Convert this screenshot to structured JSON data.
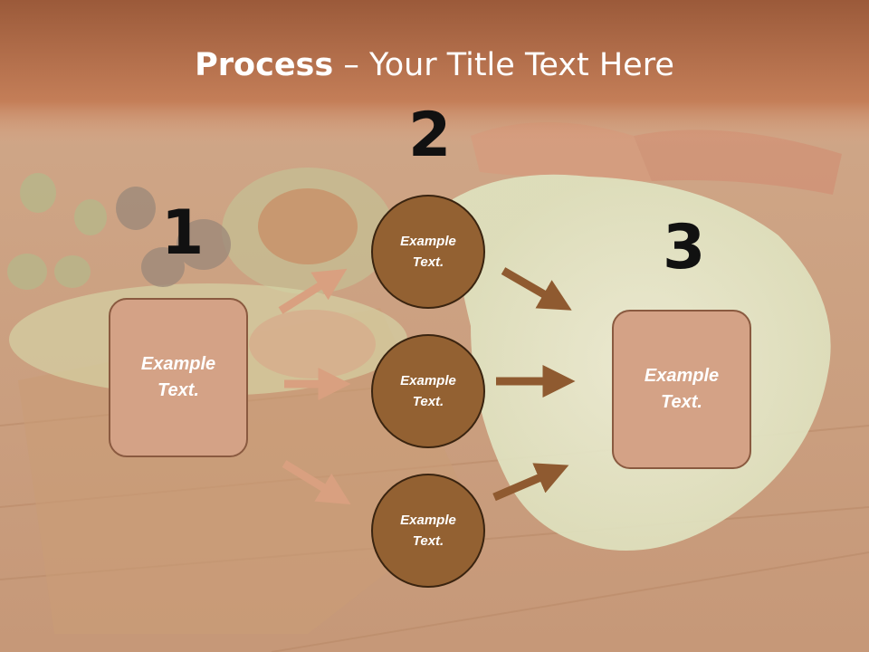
{
  "slide": {
    "title_bold": "Process",
    "title_rest": " – Your Title Text Here",
    "numbers": [
      "1",
      "2",
      "3"
    ],
    "left_box": "Example Text.",
    "circles": [
      "Example Text.",
      "Example Text.",
      "Example Text."
    ],
    "right_box": "Example Text."
  },
  "colors": {
    "header_band": "#c07a55",
    "box_fill": "#d4a286",
    "box_border": "#8a5a40",
    "circle_fill": "#936132",
    "circle_border": "#3a2410",
    "arrow_light": "#d9a080",
    "arrow_dark": "#8f5a30"
  }
}
